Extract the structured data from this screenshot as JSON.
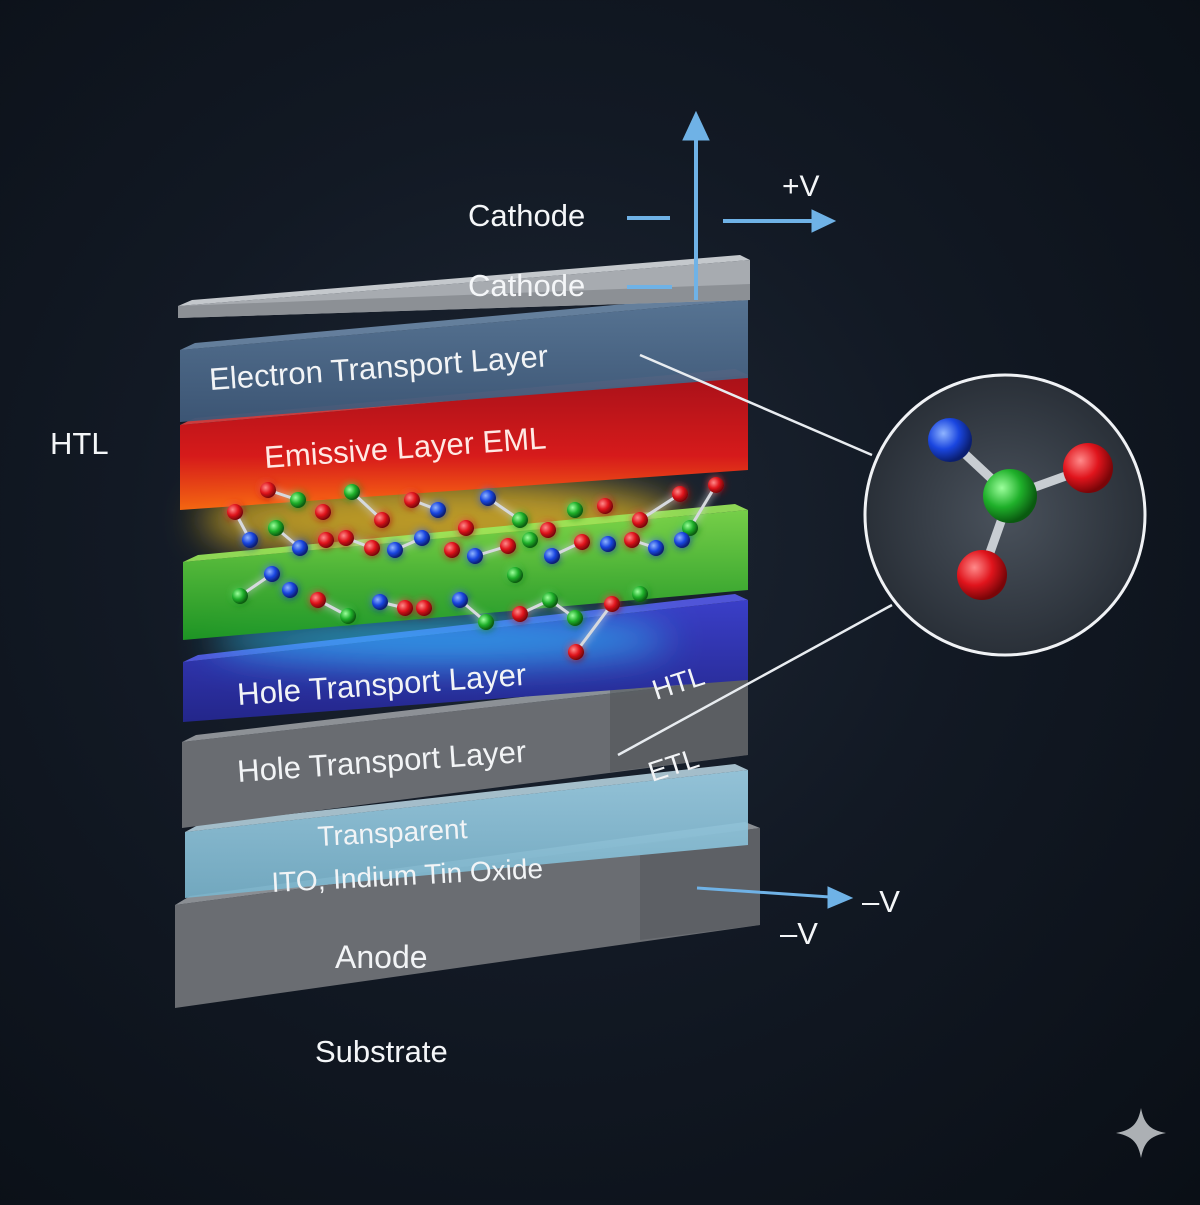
{
  "labels": {
    "htl_left": "HTL",
    "cathode_top": "Cathode",
    "cathode_plate": "Cathode",
    "plus_v": "+V",
    "etl_layer": "Electron Transport Layer",
    "eml_layer": "Emissive Layer EML",
    "htl_layer": "Hole Transport Layer",
    "htl_side": "HTL",
    "etl_side": "ETL",
    "htl_grey_layer": "Hole Transport Layer",
    "ito_line1": "Transparent",
    "ito_line2": "ITO, Indium Tin Oxide",
    "minus_v_arrow": "–V",
    "minus_v": "–V",
    "anode": "Anode",
    "substrate": "Substrate"
  },
  "colors": {
    "background": "#0f1620",
    "cathode": "#9a9ea3",
    "etl": "#4d6a8c",
    "eml": "#c8161c",
    "green_layer": "#28b02c",
    "htl": "#2c2fa6",
    "grey_layer": "#6b6e73",
    "ito": "#8cc4dc",
    "anode": "#6d7075",
    "arrow": "#6fb2e6",
    "atom_red": "#e0141c",
    "atom_blue": "#1a46e0",
    "atom_green": "#1fb02a"
  },
  "icons": {
    "zoom": "magnifier-circle-molecule",
    "watermark": "sparkle-star-icon"
  }
}
